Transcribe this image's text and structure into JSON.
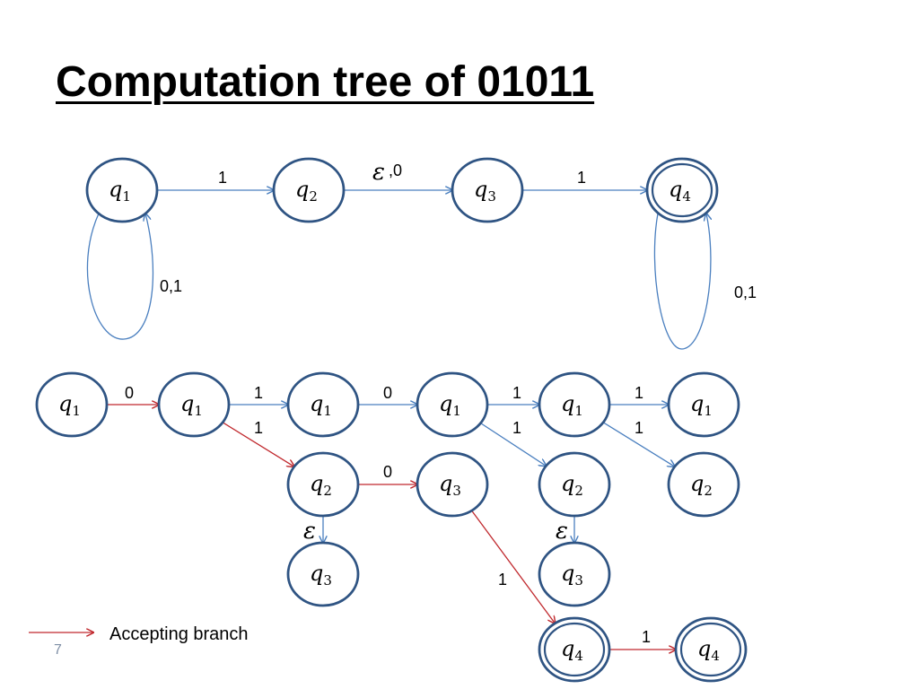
{
  "slide": {
    "title": "Computation tree of 01011",
    "legend_label": "Accepting branch",
    "page_number": "7"
  },
  "colors": {
    "state_stroke": "#2f5483",
    "edge": "#4a7fbf",
    "accepting_edge": "#c0282d"
  },
  "nfa": {
    "states": [
      {
        "id": "n-q1",
        "letter": "q",
        "sub": "1",
        "accept": false
      },
      {
        "id": "n-q2",
        "letter": "q",
        "sub": "2",
        "accept": false
      },
      {
        "id": "n-q3",
        "letter": "q",
        "sub": "3",
        "accept": false
      },
      {
        "id": "n-q4",
        "letter": "q",
        "sub": "4",
        "accept": true
      }
    ],
    "transitions": [
      {
        "from": "n-q1",
        "to": "n-q2",
        "label": "1"
      },
      {
        "from": "n-q2",
        "to": "n-q3",
        "label": ",0",
        "epsilon": "ε"
      },
      {
        "from": "n-q3",
        "to": "n-q4",
        "label": "1"
      },
      {
        "from": "n-q1",
        "to": "n-q1",
        "label": "0,1"
      },
      {
        "from": "n-q4",
        "to": "n-q4",
        "label": "0,1"
      }
    ]
  },
  "tree": {
    "nodes": [
      {
        "id": "t1",
        "letter": "q",
        "sub": "1",
        "accept": false
      },
      {
        "id": "t2",
        "letter": "q",
        "sub": "1",
        "accept": false
      },
      {
        "id": "t3",
        "letter": "q",
        "sub": "1",
        "accept": false
      },
      {
        "id": "t4",
        "letter": "q",
        "sub": "1",
        "accept": false
      },
      {
        "id": "t5",
        "letter": "q",
        "sub": "1",
        "accept": false
      },
      {
        "id": "t6",
        "letter": "q",
        "sub": "1",
        "accept": false
      },
      {
        "id": "t7",
        "letter": "q",
        "sub": "2",
        "accept": false
      },
      {
        "id": "t8",
        "letter": "q",
        "sub": "3",
        "accept": false
      },
      {
        "id": "t9",
        "letter": "q",
        "sub": "2",
        "accept": false
      },
      {
        "id": "t10",
        "letter": "q",
        "sub": "2",
        "accept": false
      },
      {
        "id": "t11",
        "letter": "q",
        "sub": "3",
        "accept": false
      },
      {
        "id": "t12",
        "letter": "q",
        "sub": "3",
        "accept": false
      },
      {
        "id": "t13",
        "letter": "q",
        "sub": "4",
        "accept": true
      },
      {
        "id": "t14",
        "letter": "q",
        "sub": "4",
        "accept": true
      }
    ],
    "edges": [
      {
        "from": "t1",
        "to": "t2",
        "label": "0",
        "accepting": true
      },
      {
        "from": "t2",
        "to": "t3",
        "label": "1",
        "accepting": false
      },
      {
        "from": "t3",
        "to": "t4",
        "label": "0",
        "accepting": false
      },
      {
        "from": "t4",
        "to": "t5",
        "label": "1",
        "accepting": false
      },
      {
        "from": "t5",
        "to": "t6",
        "label": "1",
        "accepting": false
      },
      {
        "from": "t2",
        "to": "t7",
        "label": "1",
        "accepting": true
      },
      {
        "from": "t7",
        "to": "t8",
        "label": "0",
        "accepting": true
      },
      {
        "from": "t4",
        "to": "t9",
        "label": "1",
        "accepting": false
      },
      {
        "from": "t5",
        "to": "t10",
        "label": "1",
        "accepting": false
      },
      {
        "from": "t7",
        "to": "t11",
        "label": "",
        "epsilon": "ε",
        "accepting": false
      },
      {
        "from": "t9",
        "to": "t12",
        "label": "",
        "epsilon": "ε",
        "accepting": false
      },
      {
        "from": "t8",
        "to": "t13",
        "label": "1",
        "accepting": true
      },
      {
        "from": "t13",
        "to": "t14",
        "label": "1",
        "accepting": true
      }
    ]
  }
}
